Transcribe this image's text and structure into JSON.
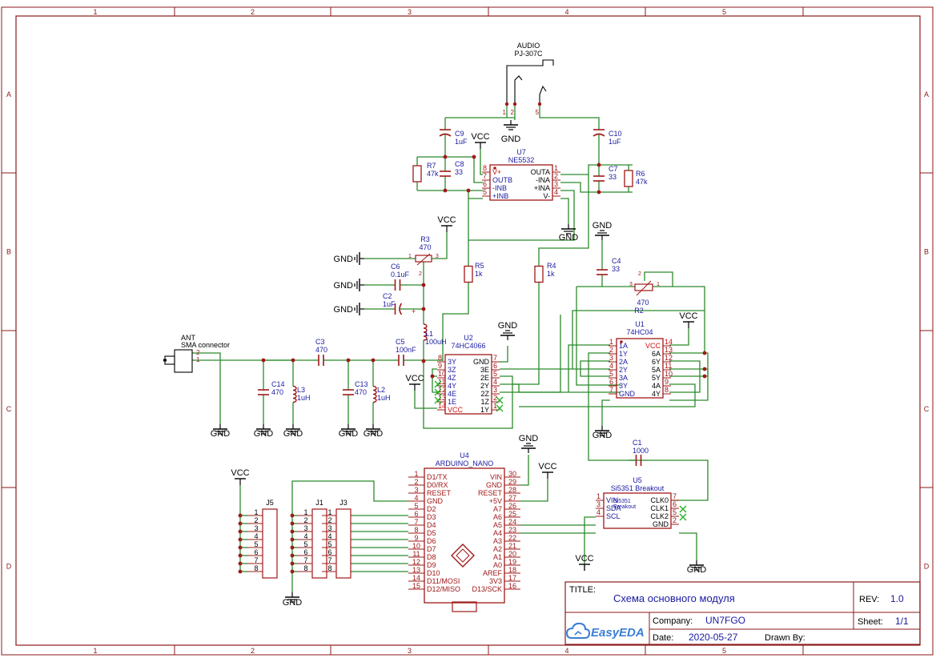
{
  "frame": {
    "col_labels": [
      "1",
      "2",
      "3",
      "4",
      "5"
    ],
    "row_labels": [
      "A",
      "B",
      "C",
      "D"
    ]
  },
  "labels": {
    "gnd": "GND",
    "vcc": "VCC"
  },
  "components": {
    "audio": {
      "name": "AUDIO",
      "value": "PJ-307C",
      "pins": [
        "1",
        "2",
        "5"
      ]
    },
    "c9": {
      "name": "C9",
      "value": "1uF"
    },
    "c10": {
      "name": "C10",
      "value": "1uF"
    },
    "r7": {
      "name": "R7",
      "value": "47k"
    },
    "c8": {
      "name": "C8",
      "value": "33"
    },
    "c7": {
      "name": "C7",
      "value": "33"
    },
    "r6": {
      "name": "R6",
      "value": "47k"
    },
    "u7": {
      "name": "U7",
      "value": "NE5532",
      "left_pins": [
        {
          "n": "8",
          "l": "V+"
        },
        {
          "n": "7",
          "l": "OUTB"
        },
        {
          "n": "6",
          "l": "-INB"
        },
        {
          "n": "5",
          "l": "+INB"
        }
      ],
      "right_pins": [
        {
          "n": "1",
          "l": "OUTA"
        },
        {
          "n": "2",
          "l": "-INA"
        },
        {
          "n": "3",
          "l": "+INA"
        },
        {
          "n": "4",
          "l": "V-"
        }
      ]
    },
    "r3": {
      "name": "R3",
      "value": "470",
      "pins": [
        "1",
        "3",
        "2"
      ]
    },
    "c6": {
      "name": "C6",
      "value": "0.1uF"
    },
    "c2": {
      "name": "C2",
      "value": "1uF"
    },
    "r5": {
      "name": "R5",
      "value": "1k"
    },
    "r4": {
      "name": "R4",
      "value": "1k"
    },
    "c4": {
      "name": "C4",
      "value": "33"
    },
    "r2": {
      "name": "R2",
      "value": "470",
      "pins": [
        "3",
        "1",
        "2"
      ]
    },
    "l1": {
      "name": "L1",
      "value": "100uH"
    },
    "ant": {
      "name": "ANT",
      "value": "SMA connector",
      "pins": [
        "2",
        "1"
      ]
    },
    "c3": {
      "name": "C3",
      "value": "470"
    },
    "c5": {
      "name": "C5",
      "value": "100nF"
    },
    "c14": {
      "name": "C14",
      "value": "470"
    },
    "l3": {
      "name": "L3",
      "value": "1uH"
    },
    "c13": {
      "name": "C13",
      "value": "470"
    },
    "l2": {
      "name": "L2",
      "value": "1uH"
    },
    "u2": {
      "name": "U2",
      "value": "74HC4066",
      "left_pins": [
        {
          "n": "8",
          "l": "3Y"
        },
        {
          "n": "9",
          "l": "3Z"
        },
        {
          "n": "10",
          "l": "4Z"
        },
        {
          "n": "11",
          "l": "4Y"
        },
        {
          "n": "12",
          "l": "4E"
        },
        {
          "n": "13",
          "l": "1E"
        },
        {
          "n": "14",
          "l": "VCC"
        }
      ],
      "right_pins": [
        {
          "n": "7",
          "l": "GND"
        },
        {
          "n": "6",
          "l": "3E"
        },
        {
          "n": "5",
          "l": "2E"
        },
        {
          "n": "4",
          "l": "2Y"
        },
        {
          "n": "3",
          "l": "2Z"
        },
        {
          "n": "2",
          "l": "1Z"
        },
        {
          "n": "1",
          "l": "1Y"
        }
      ]
    },
    "u1": {
      "name": "U1",
      "value": "74HC04",
      "left_pins": [
        {
          "n": "1",
          "l": "1A"
        },
        {
          "n": "2",
          "l": "1Y"
        },
        {
          "n": "3",
          "l": "2A"
        },
        {
          "n": "4",
          "l": "2Y"
        },
        {
          "n": "5",
          "l": "3A"
        },
        {
          "n": "6",
          "l": "3Y"
        },
        {
          "n": "7",
          "l": "GND"
        }
      ],
      "right_pins": [
        {
          "n": "14",
          "l": "VCC"
        },
        {
          "n": "13",
          "l": "6A"
        },
        {
          "n": "12",
          "l": "6Y"
        },
        {
          "n": "11",
          "l": "5A"
        },
        {
          "n": "10",
          "l": "5Y"
        },
        {
          "n": "9",
          "l": "4A"
        },
        {
          "n": "8",
          "l": "4Y"
        }
      ]
    },
    "c1": {
      "name": "C1",
      "value": "1000"
    },
    "u5": {
      "name": "U5",
      "value": "Si5351 Breakout",
      "inner": [
        "Si5351",
        "Breakout"
      ],
      "left_pins": [
        {
          "n": "1",
          "l": "VIN"
        },
        {
          "n": "3",
          "l": "SDA"
        },
        {
          "n": "4",
          "l": "SCL"
        }
      ],
      "right_pins": [
        {
          "n": "7",
          "l": "CLK0"
        },
        {
          "n": "6",
          "l": "CLK1"
        },
        {
          "n": "5",
          "l": "CLK2"
        },
        {
          "n": "2",
          "l": "GND"
        }
      ]
    },
    "u4": {
      "name": "U4",
      "value": "ARDUINO_NANO",
      "left_pins": [
        {
          "n": "1",
          "l": "D1/TX"
        },
        {
          "n": "2",
          "l": "D0/RX"
        },
        {
          "n": "3",
          "l": "RESET"
        },
        {
          "n": "4",
          "l": "GND"
        },
        {
          "n": "5",
          "l": "D2"
        },
        {
          "n": "6",
          "l": "D3"
        },
        {
          "n": "7",
          "l": "D4"
        },
        {
          "n": "8",
          "l": "D5"
        },
        {
          "n": "9",
          "l": "D6"
        },
        {
          "n": "10",
          "l": "D7"
        },
        {
          "n": "11",
          "l": "D8"
        },
        {
          "n": "12",
          "l": "D9"
        },
        {
          "n": "13",
          "l": "D10"
        },
        {
          "n": "14",
          "l": "D11/MOSI"
        },
        {
          "n": "15",
          "l": "D12/MISO"
        }
      ],
      "right_pins": [
        {
          "n": "30",
          "l": "VIN"
        },
        {
          "n": "29",
          "l": "GND"
        },
        {
          "n": "28",
          "l": "RESET"
        },
        {
          "n": "27",
          "l": "+5V"
        },
        {
          "n": "26",
          "l": "A7"
        },
        {
          "n": "25",
          "l": "A6"
        },
        {
          "n": "24",
          "l": "A5"
        },
        {
          "n": "23",
          "l": "A4"
        },
        {
          "n": "22",
          "l": "A3"
        },
        {
          "n": "21",
          "l": "A2"
        },
        {
          "n": "20",
          "l": "A1"
        },
        {
          "n": "19",
          "l": "A0"
        },
        {
          "n": "18",
          "l": "AREF"
        },
        {
          "n": "17",
          "l": "3V3"
        },
        {
          "n": "16",
          "l": "D13/SCK"
        }
      ]
    },
    "j5": {
      "name": "J5",
      "pins": [
        "1",
        "2",
        "3",
        "4",
        "5",
        "6",
        "7",
        "8"
      ]
    },
    "j1": {
      "name": "J1",
      "pins": [
        "1",
        "2",
        "3",
        "4",
        "5",
        "6",
        "7",
        "8"
      ]
    },
    "j3": {
      "name": "J3",
      "pins": [
        "1",
        "2",
        "3",
        "4",
        "5",
        "6",
        "7",
        "8"
      ]
    }
  },
  "title_block": {
    "title_label": "TITLE:",
    "title": "Схема основного модуля",
    "rev_label": "REV:",
    "rev": "1.0",
    "company_label": "Company:",
    "company": "UN7FGO",
    "sheet_label": "Sheet:",
    "sheet": "1/1",
    "date_label": "Date:",
    "date": "2020-05-27",
    "drawn_label": "Drawn By:",
    "logo": "EasyEDA"
  },
  "colors": {
    "frame": "#8b1a1a",
    "wire": "#2b8a2b",
    "component": "#a01818",
    "pin_number": "#a01818",
    "label": "#1a1aa0",
    "power": "#000000",
    "title_text": "#1a1aa0",
    "logo": "#3a7fd5"
  }
}
